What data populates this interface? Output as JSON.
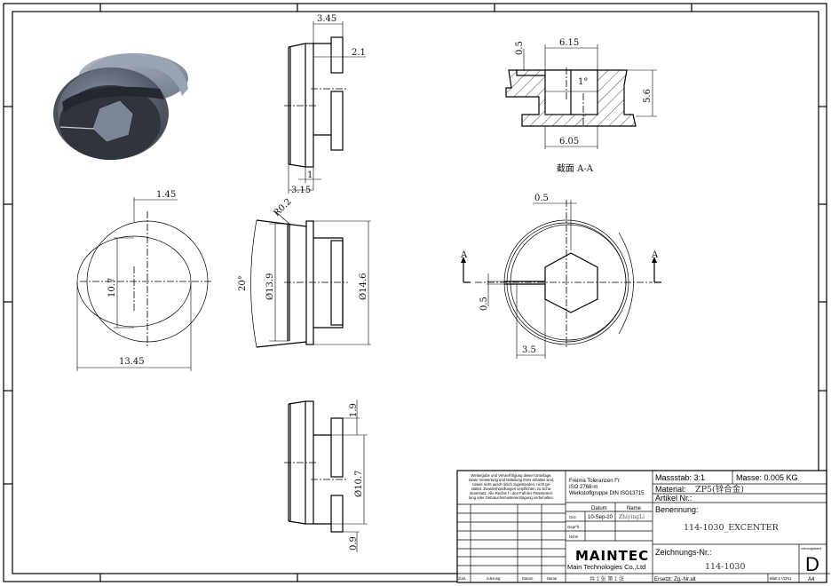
{
  "drawing": {
    "views": {
      "side_top": {
        "dims": [
          "3.45",
          "2.1",
          "1",
          "3.15"
        ]
      },
      "section": {
        "dims": [
          "6.15",
          "0.5",
          "1°",
          "5.6",
          "6.05"
        ],
        "label": "截面 A-A"
      },
      "left": {
        "dims": [
          "1.45",
          "10.7",
          "13.45"
        ]
      },
      "front": {
        "dims": [
          "R0.2",
          "20°",
          "Ø13.9",
          "Ø14.6"
        ]
      },
      "end": {
        "dims": [
          "0.5",
          "0.5",
          "3.5"
        ],
        "section_marks": [
          "A",
          "A"
        ]
      },
      "side_bottom": {
        "dims": [
          "1.9",
          "Ø10.7",
          "0.9"
        ]
      }
    }
  },
  "title_block": {
    "notice": [
      "Weitergabe und Vervielf ltigung dieser Unterlage,",
      "sowie Verwertung und Mitteilung ihres Inhaltes sind,",
      "soweit nicht ausdr cklich zugestanden, nicht ge-",
      "stattet. Zuwiderhandlungen verpflichten zu Scha-",
      "denersatz. Alle Rechte f r den Fall der Patenterteil-",
      "lung oder Gebrauchsmustereintragung vorbehalten."
    ],
    "tolerance": [
      "Freima  Toleranzen f\"r",
      "ISO 2768-m",
      "Werkstoffgruppe DIN ISO13715"
    ],
    "headers": {
      "datum": "Datum",
      "name": "Name"
    },
    "rows": [
      {
        "label": "Gez.",
        "datum": "10-Sep-20",
        "name": "ZhiyingLi"
      },
      {
        "label": "Gepr\"ft",
        "datum": "",
        "name": ""
      },
      {
        "label": "Norm",
        "datum": "",
        "name": ""
      }
    ],
    "revision_headers": [
      "Zust.",
      "nderung",
      "Datum",
      "Name"
    ],
    "logo": "MAINTEC",
    "company": "Main Technologies Co.,Ltd",
    "sheet": "共 1 张 第 1 张",
    "massstab": "Massstab: 3:1",
    "masse": "Masse:  0.005   KG",
    "material_label": "Material:",
    "material": "ZP5(锌合金)",
    "artikel": "Artikel Nr.:",
    "benennung_label": "Benennung:",
    "benennung": "114-1030_EXCENTER",
    "zeichnung_label": "Zeichnungs-Nr.:",
    "zeichnung": "114-1030",
    "revision_state_label": "nderungsstand",
    "revision_state": "D",
    "ersetzt": "Ersetzt: Zg.-Nr.alt",
    "blatt": "Blatt 1 VON1",
    "format": "A4"
  }
}
